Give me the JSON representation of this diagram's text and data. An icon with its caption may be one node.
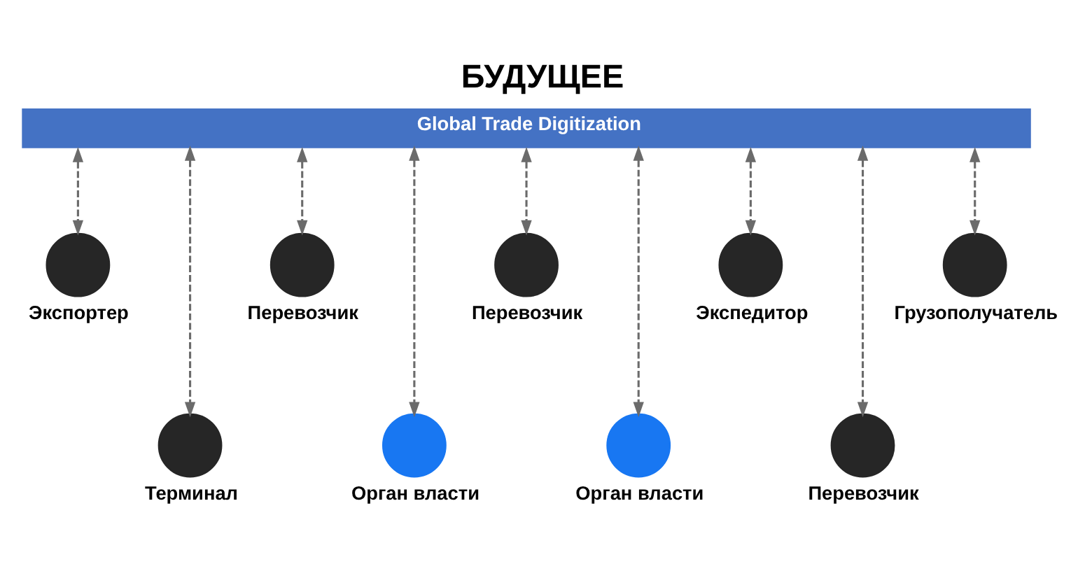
{
  "diagram": {
    "title": "БУДУЩЕЕ",
    "nodes": [
      {
        "text": [
          "Global Trade Digitization"
        ]
      },
      {
        "text": [
          "Экспортер"
        ]
      },
      {
        "text": [
          "Перевозчик"
        ]
      },
      {
        "text": [
          "Перевозчик"
        ]
      },
      {
        "text": [
          "Экспедитор"
        ]
      },
      {
        "text": [
          "Грузополучатель"
        ]
      },
      {
        "text": [
          "Терминал"
        ]
      },
      {
        "text": [
          "Орган власти"
        ]
      },
      {
        "text": [
          "Орган власти"
        ]
      },
      {
        "text": [
          "Перевозчик"
        ]
      }
    ],
    "edges": [
      {
        "from": 0,
        "to": 1,
        "arrow": "both",
        "style": "dashed"
      },
      {
        "from": 0,
        "to": 2,
        "arrow": "both",
        "style": "dashed"
      },
      {
        "from": 0,
        "to": 3,
        "arrow": "both",
        "style": "dashed"
      },
      {
        "from": 0,
        "to": 4,
        "arrow": "both",
        "style": "dashed"
      },
      {
        "from": 0,
        "to": 5,
        "arrow": "both",
        "style": "dashed"
      },
      {
        "from": 0,
        "to": 6,
        "arrow": "both",
        "style": "dashed"
      },
      {
        "from": 0,
        "to": 7,
        "arrow": "both",
        "style": "dashed"
      },
      {
        "from": 0,
        "to": 8,
        "arrow": "both",
        "style": "dashed"
      },
      {
        "from": 0,
        "to": 9,
        "arrow": "both",
        "style": "dashed"
      }
    ]
  }
}
